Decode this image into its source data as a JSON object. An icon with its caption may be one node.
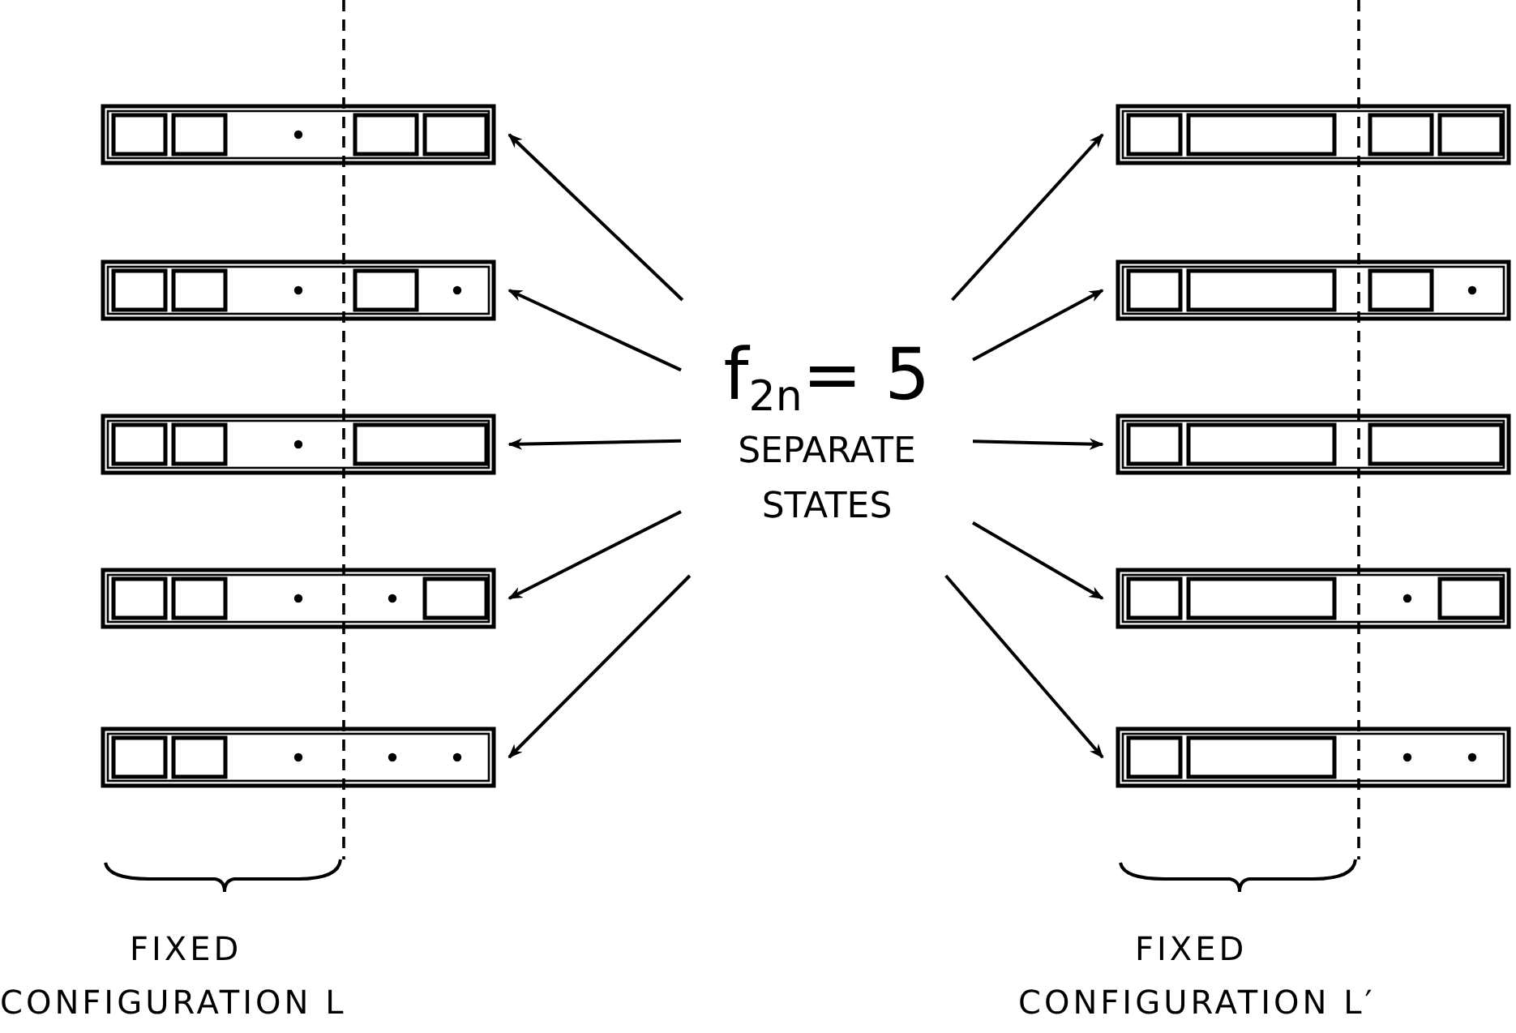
{
  "diagram": {
    "nodes": [
      {
        "text": [
          "f$_{2n}$= 5",
          "SEPARATE STATES"
        ]
      },
      {
        "text": [],
        "shape": "bar"
      },
      {
        "text": [],
        "shape": "bar"
      },
      {
        "text": [],
        "shape": "bar"
      },
      {
        "text": [],
        "shape": "bar"
      },
      {
        "text": [],
        "shape": "bar"
      },
      {
        "text": [],
        "shape": "bar"
      },
      {
        "text": [],
        "shape": "bar"
      },
      {
        "text": [],
        "shape": "bar"
      },
      {
        "text": [],
        "shape": "bar"
      },
      {
        "text": [],
        "shape": "bar"
      }
    ],
    "edges": [
      {
        "from": 0,
        "to": 1,
        "arrow": "to"
      },
      {
        "from": 0,
        "to": 2,
        "arrow": "to"
      },
      {
        "from": 0,
        "to": 3,
        "arrow": "to"
      },
      {
        "from": 0,
        "to": 4,
        "arrow": "to"
      },
      {
        "from": 0,
        "to": 5,
        "arrow": "to"
      },
      {
        "from": 0,
        "to": 6,
        "arrow": "to"
      },
      {
        "from": 0,
        "to": 7,
        "arrow": "to"
      },
      {
        "from": 0,
        "to": 8,
        "arrow": "to"
      },
      {
        "from": 0,
        "to": 9,
        "arrow": "to"
      },
      {
        "from": 0,
        "to": 10,
        "arrow": "to"
      }
    ],
    "labels": [
      "FIXED",
      "CONFIGURATION L",
      "FIXED",
      "CONFIGURATION L′"
    ]
  }
}
